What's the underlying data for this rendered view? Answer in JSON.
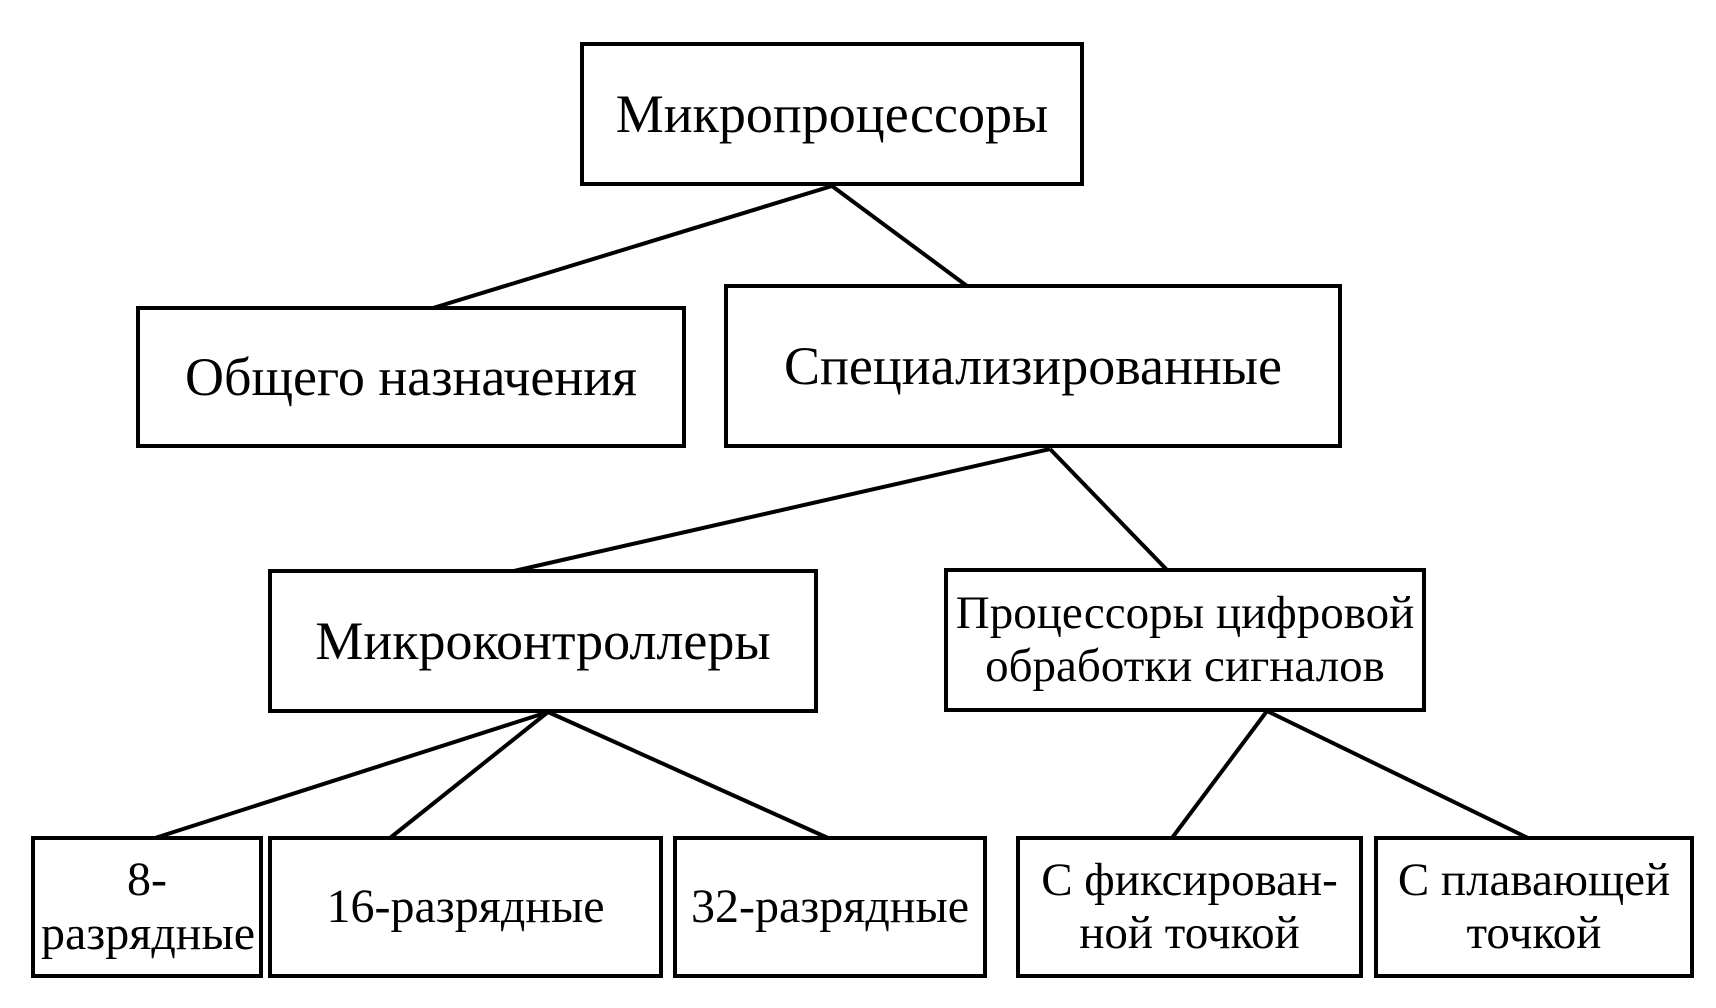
{
  "diagram": {
    "type": "tree",
    "title_text": "",
    "style": {
      "box_border_color": "#000000",
      "box_fill_color": "#ffffff",
      "connector_color": "#000000",
      "text_color": "#000000",
      "background": "#ffffff"
    },
    "nodes": {
      "root": {
        "label": "Микропроцессоры"
      },
      "general": {
        "label": "Общего назначения"
      },
      "special": {
        "label": "Специализированные"
      },
      "mcu": {
        "label": "Микроконтроллеры"
      },
      "dsp": {
        "line1": "Процессоры цифровой",
        "line2": "обработки сигналов"
      },
      "bit8": {
        "label": "8-разрядные"
      },
      "bit16": {
        "label": "16-разрядные"
      },
      "bit32": {
        "label": "32-разрядные"
      },
      "fixed": {
        "line1": "С фиксирован-",
        "line2": "ной точкой"
      },
      "floating": {
        "line1": "С плавающей",
        "line2": "точкой"
      }
    },
    "edges": [
      {
        "from": "root",
        "to": "general"
      },
      {
        "from": "root",
        "to": "special"
      },
      {
        "from": "special",
        "to": "mcu"
      },
      {
        "from": "special",
        "to": "dsp"
      },
      {
        "from": "mcu",
        "to": "bit8"
      },
      {
        "from": "mcu",
        "to": "bit16"
      },
      {
        "from": "mcu",
        "to": "bit32"
      },
      {
        "from": "dsp",
        "to": "fixed"
      },
      {
        "from": "dsp",
        "to": "floating"
      }
    ]
  }
}
